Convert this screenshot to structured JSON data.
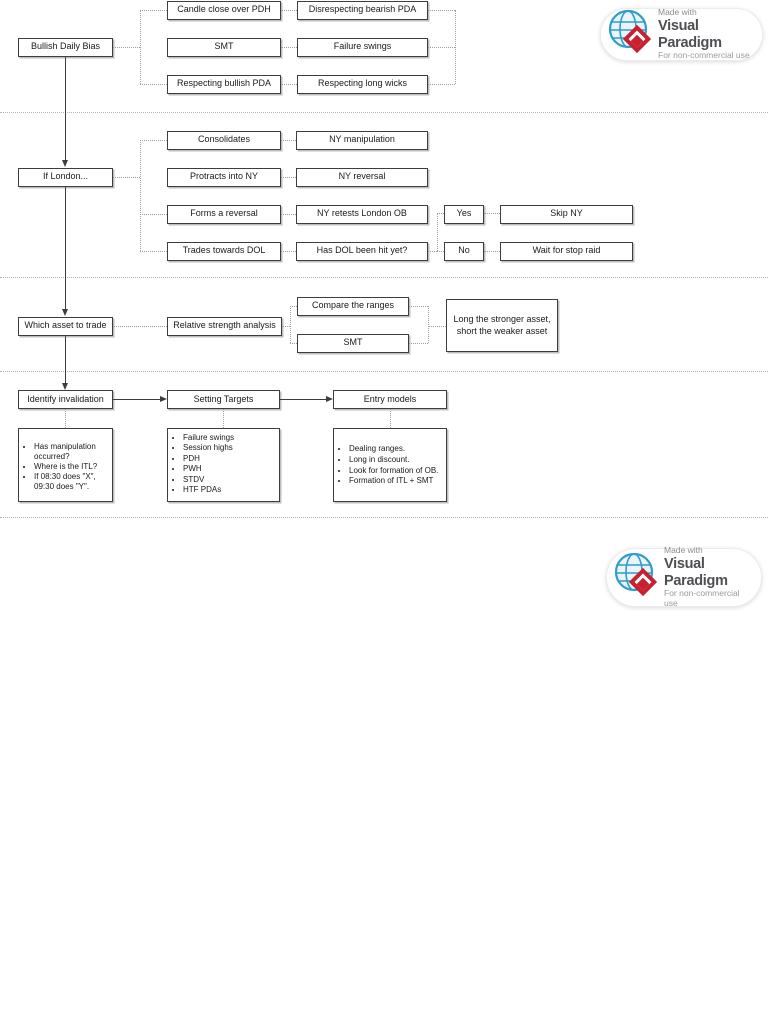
{
  "badge": {
    "made_with": "Made with",
    "brand": "Visual Paradigm",
    "license": "For non-commercial use"
  },
  "sections": {
    "bias": {
      "root": "Bullish Daily Bias",
      "signals": [
        "Candle close over PDH",
        "SMT",
        "Respecting bullish PDA"
      ],
      "confirmations": [
        "Disrespecting bearish PDA",
        "Failure swings",
        "Respecting long wicks"
      ]
    },
    "london": {
      "root": "If London...",
      "behaviors": [
        "Consolidates",
        "Protracts into NY",
        "Forms a reversal",
        "Trades towards DOL"
      ],
      "ny_outcomes": [
        "NY manipulation",
        "NY reversal",
        "NY retests London OB",
        "Has DOL been hit yet?"
      ],
      "decision": {
        "yes": "Yes",
        "no": "No",
        "yes_action": "Skip NY",
        "no_action": "Wait for stop raid"
      }
    },
    "asset": {
      "root": "Which asset to trade",
      "method": "Relative strength analysis",
      "checks": [
        "Compare the ranges",
        "SMT"
      ],
      "conclusion": "Long the stronger asset, short the weaker asset"
    },
    "execution": {
      "steps": [
        "Identify invalidation",
        "Setting Targets",
        "Entry models"
      ],
      "invalidation_notes": [
        "Has manipulation occurred?",
        "Where is the ITL?",
        "If 08:30 does \"X\", 09:30 does \"Y\"."
      ],
      "target_notes": [
        "Failure swings",
        "Session highs",
        "PDH",
        "PWH",
        "STDV",
        "HTF PDAs"
      ],
      "entry_notes": [
        "Dealing ranges.",
        "Long in discount.",
        "Look for formation of OB.",
        "Formation of ITL + SMT"
      ]
    }
  },
  "colors": {
    "node_border": "#3d3d3d",
    "connector": "#9e9e9e",
    "divider": "#b3b3b3",
    "brand_text": "#4d4f53",
    "globe_blue": "#2f9cc9",
    "diamond_red": "#c8202f"
  }
}
